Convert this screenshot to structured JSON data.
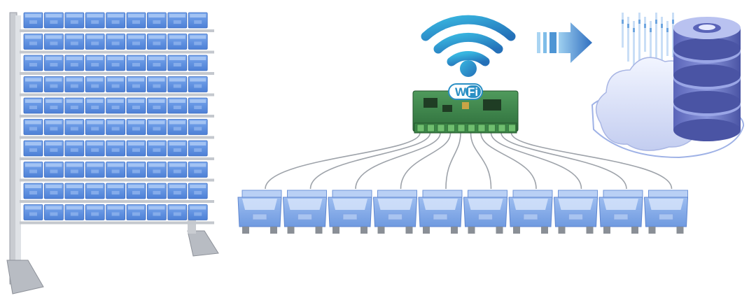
{
  "wifi_badge": {
    "left": "Wi",
    "right": "Fi"
  },
  "rack": {
    "rows": 10,
    "bins_per_row": 9
  },
  "sensor_bins": {
    "count": 10
  },
  "icons": [
    "storage-rack-image",
    "wifi-signal-icon",
    "controller-board-image",
    "transfer-arrow-icon",
    "cloud-database-icon"
  ],
  "colors": {
    "bin_blue": "#5b8fe0",
    "bin_light": "#a8c6f2",
    "wifi_blue": "#2a8fc4",
    "board_green": "#3f8a4d",
    "arrow_blue": "#3a7fc8",
    "db_purple": "#6b7bc8"
  }
}
